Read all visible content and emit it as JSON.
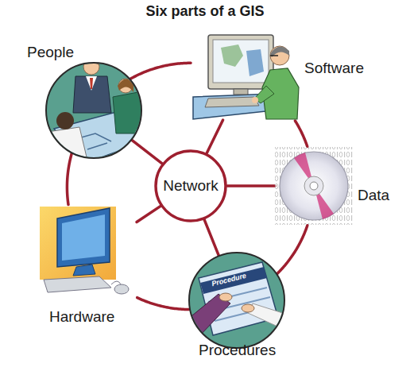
{
  "diagram": {
    "title": "Six parts of a GIS",
    "nodes": [
      {
        "text": [
          "People"
        ]
      },
      {
        "text": [
          "Software"
        ]
      },
      {
        "text": [
          "Network"
        ]
      },
      {
        "text": [
          "Data"
        ]
      },
      {
        "text": [
          "Hardware"
        ]
      },
      {
        "text": [
          "Procedures"
        ]
      }
    ],
    "edges": [
      {
        "from": 2,
        "to": 0,
        "arrow": "none"
      },
      {
        "from": 2,
        "to": 1,
        "arrow": "none"
      },
      {
        "from": 2,
        "to": 3,
        "arrow": "none"
      },
      {
        "from": 2,
        "to": 4,
        "arrow": "none"
      },
      {
        "from": 2,
        "to": 5,
        "arrow": "none"
      },
      {
        "from": 0,
        "to": 1,
        "arrow": "none"
      },
      {
        "from": 1,
        "to": 3,
        "arrow": "none"
      },
      {
        "from": 3,
        "to": 5,
        "arrow": "none"
      },
      {
        "from": 5,
        "to": 4,
        "arrow": "none"
      },
      {
        "from": 4,
        "to": 0,
        "arrow": "none"
      }
    ],
    "labels": [
      "Procedure"
    ]
  }
}
